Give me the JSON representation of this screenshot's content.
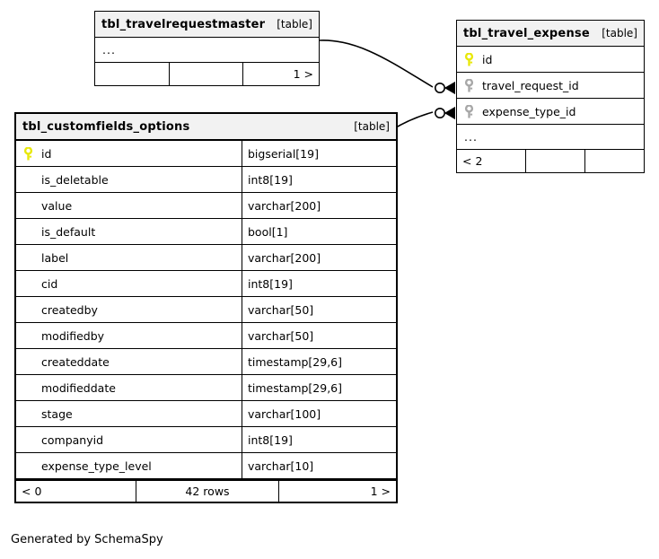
{
  "diagram": {
    "caption": "Generated by SchemaSpy",
    "kind_label": "[table]"
  },
  "tables": {
    "travelrequestmaster": {
      "name": "tbl_travelrequestmaster",
      "kind": "[table]",
      "ellipsis": "...",
      "footer": {
        "left": "",
        "center": "",
        "right": "1 >"
      }
    },
    "travel_expense": {
      "name": "tbl_travel_expense",
      "kind": "[table]",
      "ellipsis": "...",
      "columns": [
        {
          "name": "id",
          "key": "primary-key-icon"
        },
        {
          "name": "travel_request_id",
          "key": "foreign-key-icon"
        },
        {
          "name": "expense_type_id",
          "key": "foreign-key-icon"
        }
      ],
      "footer": {
        "left": "< 2",
        "center": "",
        "right": ""
      }
    },
    "customfields_options": {
      "name": "tbl_customfields_options",
      "kind": "[table]",
      "columns": [
        {
          "name": "id",
          "type": "bigserial[19]",
          "key": "primary-key-icon"
        },
        {
          "name": "is_deletable",
          "type": "int8[19]",
          "key": ""
        },
        {
          "name": "value",
          "type": "varchar[200]",
          "key": ""
        },
        {
          "name": "is_default",
          "type": "bool[1]",
          "key": ""
        },
        {
          "name": "label",
          "type": "varchar[200]",
          "key": ""
        },
        {
          "name": "cid",
          "type": "int8[19]",
          "key": ""
        },
        {
          "name": "createdby",
          "type": "varchar[50]",
          "key": ""
        },
        {
          "name": "modifiedby",
          "type": "varchar[50]",
          "key": ""
        },
        {
          "name": "createddate",
          "type": "timestamp[29,6]",
          "key": ""
        },
        {
          "name": "modifieddate",
          "type": "timestamp[29,6]",
          "key": ""
        },
        {
          "name": "stage",
          "type": "varchar[100]",
          "key": ""
        },
        {
          "name": "companyid",
          "type": "int8[19]",
          "key": ""
        },
        {
          "name": "expense_type_level",
          "type": "varchar[10]",
          "key": ""
        }
      ],
      "footer": {
        "left": "< 0",
        "center": "42 rows",
        "right": "1 >"
      }
    }
  },
  "relationships": [
    {
      "from": "tbl_travelrequestmaster",
      "to": "tbl_travel_expense.travel_request_id",
      "end": "zero-or-many"
    },
    {
      "from": "tbl_customfields_options",
      "to": "tbl_travel_expense.expense_type_id",
      "end": "zero-or-many"
    }
  ],
  "colors": {
    "primary_key": "#e8e80c",
    "foreign_key": "#a8a8a8",
    "header_fill": "#f2f2f2",
    "line": "#000000",
    "background": "#ffffff"
  }
}
